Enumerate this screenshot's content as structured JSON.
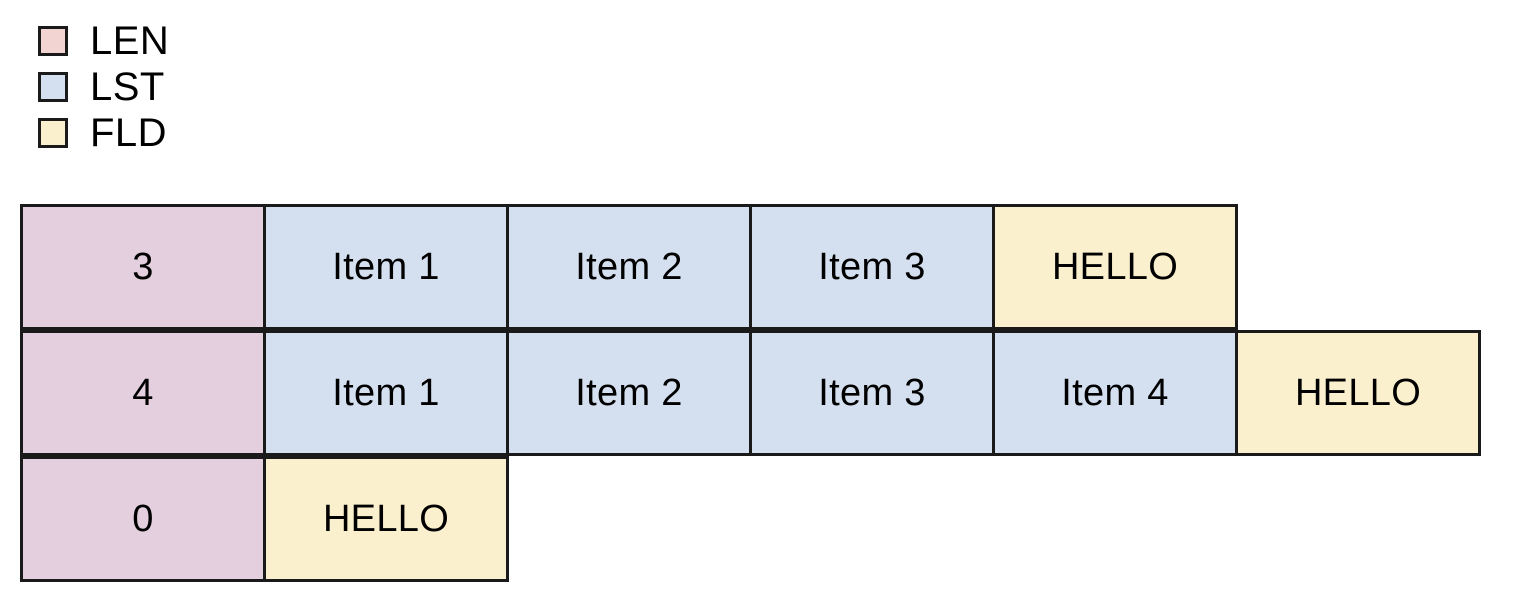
{
  "legend": {
    "items": [
      {
        "label": "LEN",
        "color": "#f2d4d2",
        "kind": "len"
      },
      {
        "label": "LST",
        "color": "#d4e0f0",
        "kind": "lst"
      },
      {
        "label": "FLD",
        "color": "#fbf0cd",
        "kind": "fld"
      }
    ]
  },
  "colors": {
    "len_fill": "#e3cfdd",
    "lst_fill": "#d4e0f0",
    "fld_fill": "#fbf0cd",
    "border": "#1a1a1a",
    "background": "#ffffff",
    "text": "#000000"
  },
  "table": {
    "rows": [
      {
        "cells": [
          {
            "text": "3",
            "kind": "len"
          },
          {
            "text": "Item 1",
            "kind": "lst"
          },
          {
            "text": "Item 2",
            "kind": "lst"
          },
          {
            "text": "Item 3",
            "kind": "lst"
          },
          {
            "text": "HELLO",
            "kind": "fld"
          }
        ]
      },
      {
        "cells": [
          {
            "text": "4",
            "kind": "len"
          },
          {
            "text": "Item 1",
            "kind": "lst"
          },
          {
            "text": "Item 2",
            "kind": "lst"
          },
          {
            "text": "Item 3",
            "kind": "lst"
          },
          {
            "text": "Item 4",
            "kind": "lst"
          },
          {
            "text": "HELLO",
            "kind": "fld"
          }
        ]
      },
      {
        "cells": [
          {
            "text": "0",
            "kind": "len"
          },
          {
            "text": "HELLO",
            "kind": "fld"
          }
        ]
      }
    ]
  }
}
